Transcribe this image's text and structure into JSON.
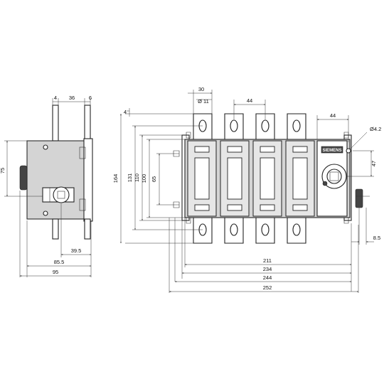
{
  "side_view": {
    "dims": {
      "top_4": "4",
      "top_36": "36",
      "top_6": "6",
      "left_75": "75",
      "bottom_39_5": "39.5",
      "bottom_85_5": "85.5",
      "bottom_95": "95"
    }
  },
  "front_view": {
    "brand_label": "SIEMENS",
    "dims": {
      "top_30": "30",
      "hole_11": "Ø 11",
      "top_44": "44",
      "right_44": "44",
      "hole_4_2": "Ø4.2",
      "right_47": "47",
      "left_4": "4",
      "left_164": "164",
      "left_131": "131",
      "left_110": "110",
      "left_100": "100",
      "left_65": "65",
      "right_8_5": "8.5",
      "bottom_211": "211",
      "bottom_234": "234",
      "bottom_244": "244",
      "bottom_252": "252"
    }
  }
}
